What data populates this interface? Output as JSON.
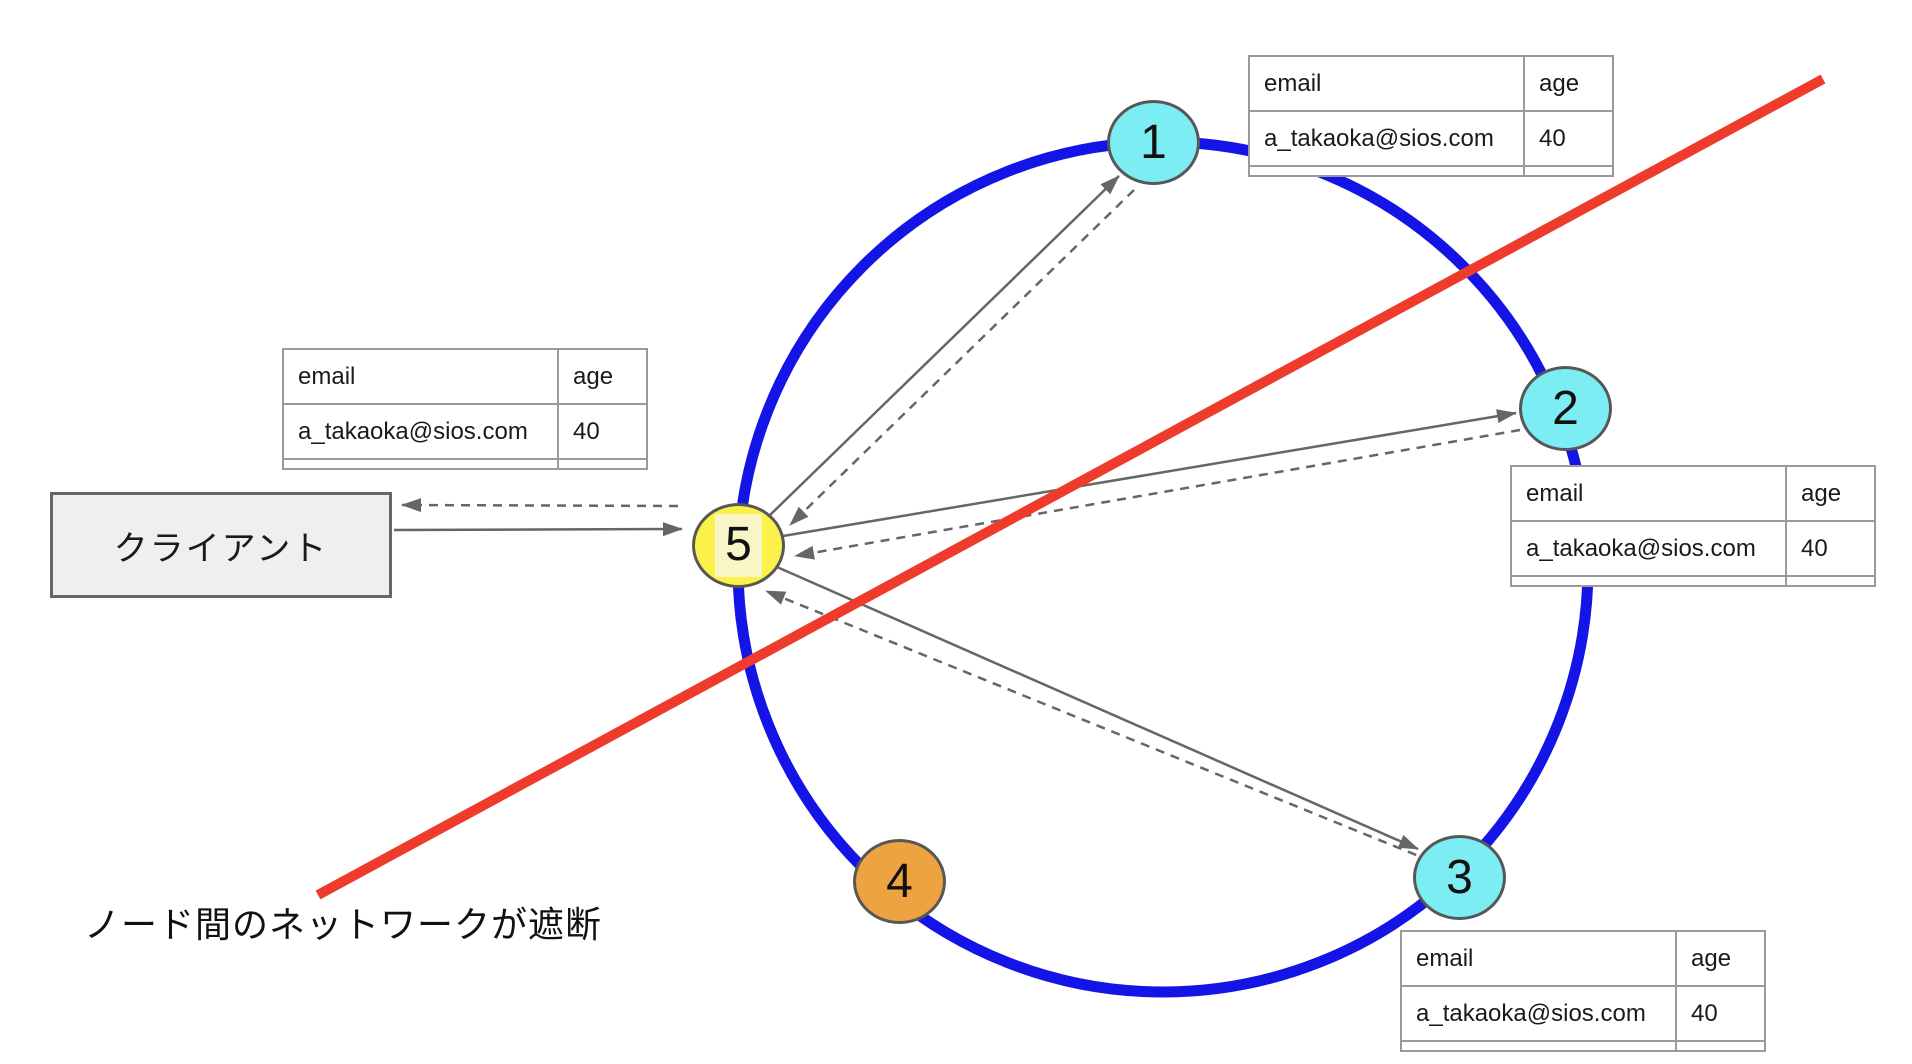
{
  "diagram": {
    "client_label": "クライアント",
    "caption": "ノード間のネットワークが遮断"
  },
  "nodes": [
    {
      "label": "1"
    },
    {
      "label": "2"
    },
    {
      "label": "3"
    },
    {
      "label": "4"
    },
    {
      "label": "5"
    }
  ],
  "table": {
    "col_email": "email",
    "col_age": "age",
    "row_email": "a_takaoka@sios.com",
    "row_age": "40"
  },
  "colors": {
    "ring_blue": "#1414E6",
    "cut_red": "#EE3B2C",
    "arrow_gray": "#666666",
    "node_cyan": "#7BEDF3",
    "node_yellow": "#FAF14B",
    "node_orange": "#EDA33F",
    "client_gray": "#EFEFEF",
    "table_border_gray": "#9A9A9A"
  }
}
